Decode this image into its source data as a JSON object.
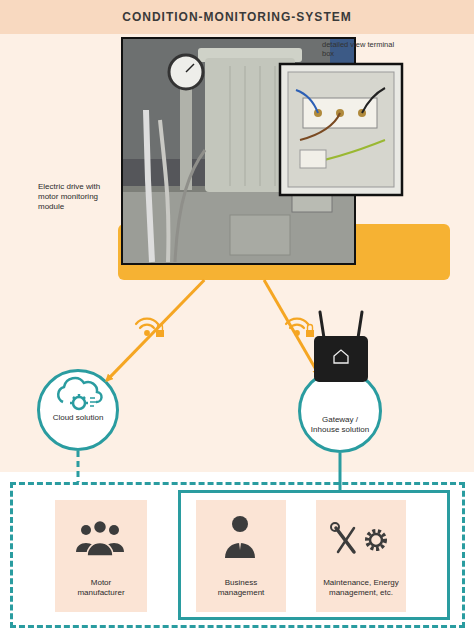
{
  "diagram": {
    "title": "CONDITION-MONITORING-SYSTEM",
    "nodes": [
      {
        "text": [
          "Electric drive with motor monitoring module"
        ]
      },
      {
        "text": [
          "Cloud solution"
        ]
      },
      {
        "text": [
          "Gateway / Inhouse solution"
        ]
      },
      {
        "text": []
      },
      {
        "text": [
          "Motor manufacturer"
        ],
        "in": 3
      },
      {
        "text": [],
        "in": 3
      },
      {
        "text": [
          "Business management"
        ],
        "in": 5
      },
      {
        "text": [
          "Maintenance, Energy management, etc."
        ],
        "in": 5
      }
    ],
    "edges": [
      {
        "from": 0,
        "to": 1,
        "arrow": "to"
      },
      {
        "from": 0,
        "to": 2,
        "arrow": "to"
      },
      {
        "from": 1,
        "to": 3,
        "arrow": "none"
      },
      {
        "from": 2,
        "to": 5,
        "arrow": "none"
      }
    ],
    "labels": [
      "detailed view terminal box"
    ]
  }
}
